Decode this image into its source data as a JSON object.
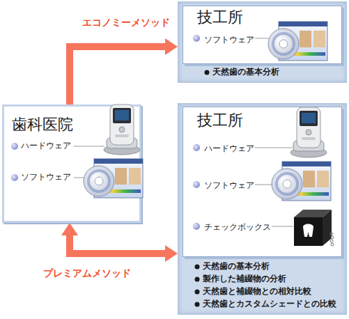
{
  "diagram": {
    "nodes": [
      {
        "text": [
          "天然歯の基本分析"
        ]
      },
      {
        "text": [
          "技工所",
          "ソフトウェア"
        ],
        "in": 0
      },
      {
        "text": [
          "歯科医院",
          "ハードウェア",
          "ソフトウェア"
        ]
      },
      {
        "text": [
          "天然歯の基本分析",
          "製作した補綴物の分析",
          "天然歯と補綴物との相対比較",
          "天然歯とカスタムシェードとの比較"
        ]
      },
      {
        "text": [
          "技工所",
          "ハードウェア",
          "ソフトウェア",
          "チェックボックス"
        ],
        "in": 3
      }
    ],
    "edges": [
      {
        "from": 2,
        "to": 0,
        "arrow": "to",
        "label": "エコノミーメソッド"
      },
      {
        "from": 2,
        "to": 3,
        "arrow": "both",
        "label": "プレミアムメソッド"
      }
    ]
  }
}
